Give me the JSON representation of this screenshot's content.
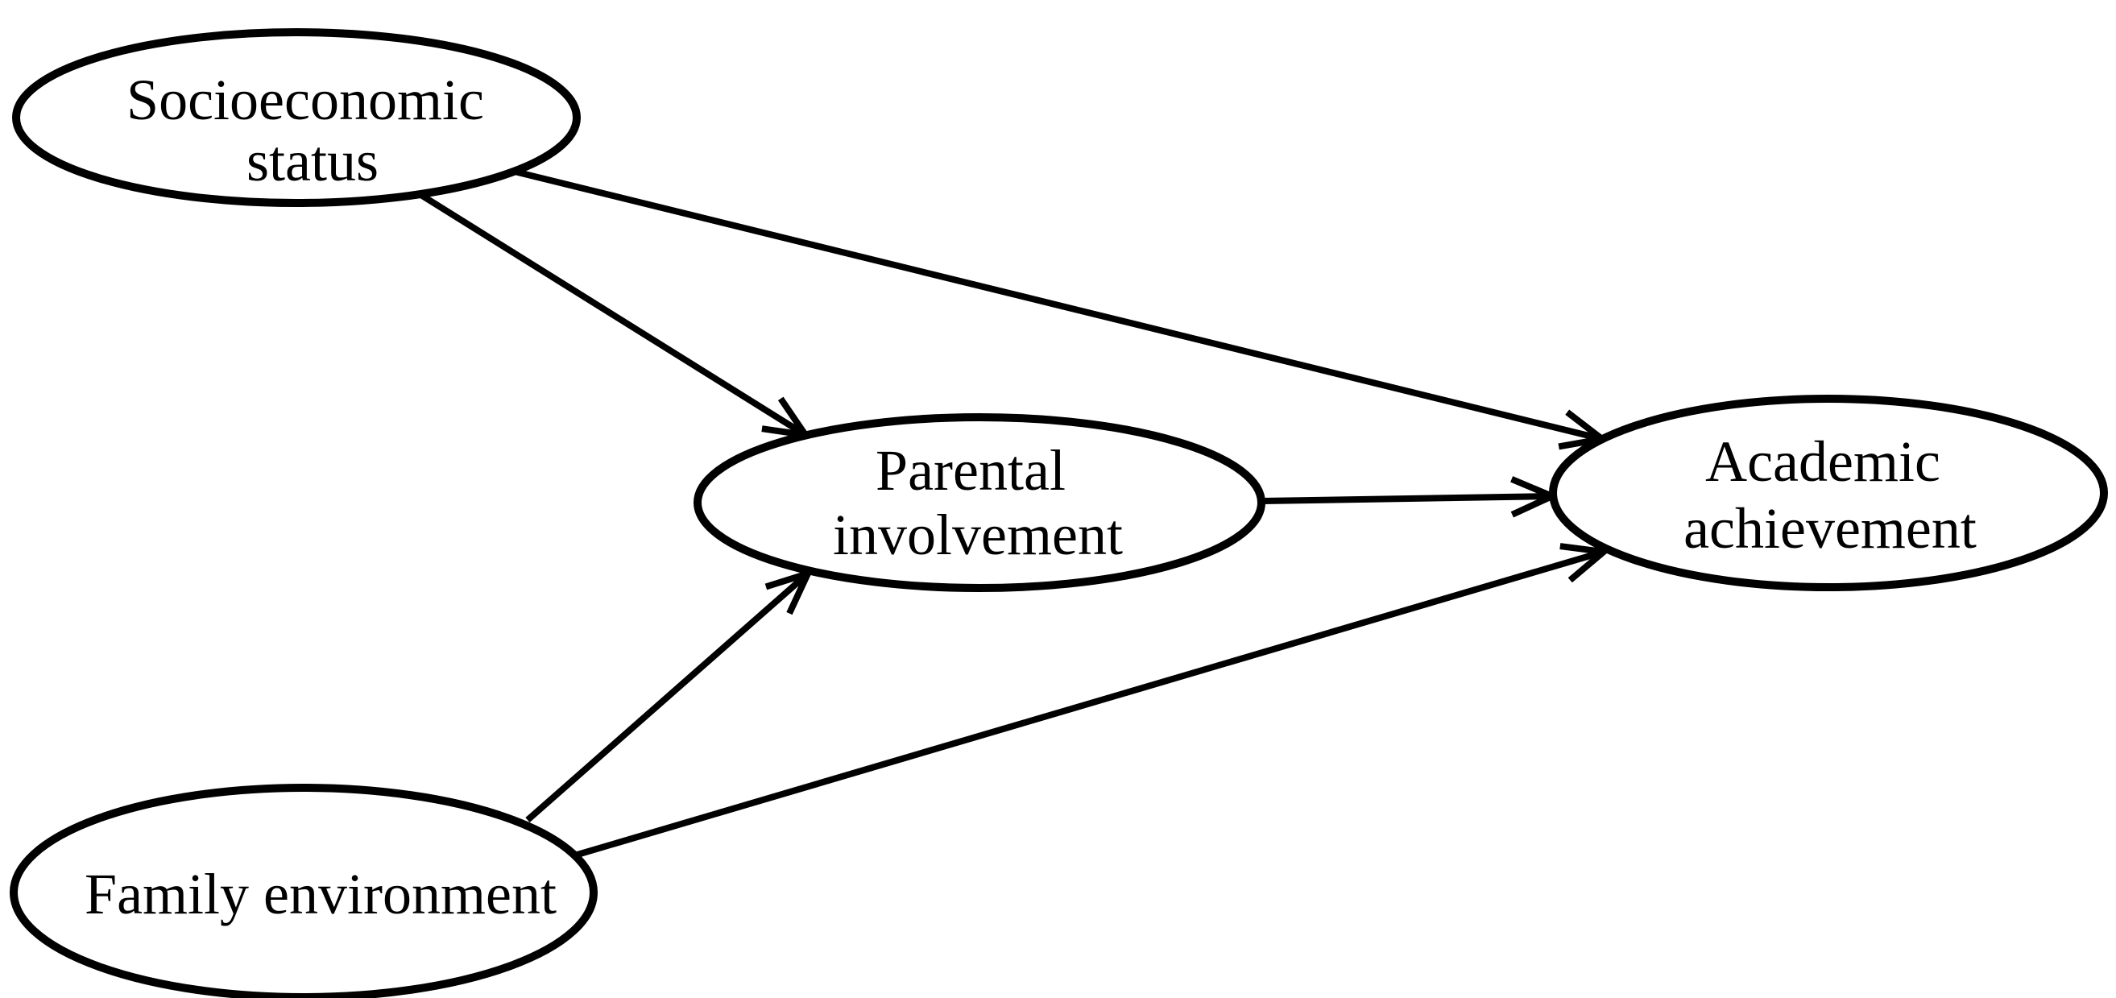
{
  "diagram": {
    "type": "path-model-diagram",
    "background_color": "#ffffff",
    "line_color": "#000000",
    "node_fill": "#ffffff",
    "nodes": [
      {
        "id": "socioeconomic-status",
        "shape": "ellipse",
        "lines": [
          "Socioeconomic",
          "status"
        ]
      },
      {
        "id": "parental-involvement",
        "shape": "ellipse",
        "lines": [
          "Parental",
          "involvement"
        ]
      },
      {
        "id": "academic-achievement",
        "shape": "ellipse",
        "lines": [
          "Academic",
          "achievement"
        ]
      },
      {
        "id": "family-environment",
        "shape": "ellipse",
        "lines": [
          "Family environment"
        ]
      }
    ],
    "edges": [
      {
        "from": "socioeconomic-status",
        "to": "parental-involvement",
        "style": "arrow"
      },
      {
        "from": "socioeconomic-status",
        "to": "academic-achievement",
        "style": "arrow"
      },
      {
        "from": "parental-involvement",
        "to": "academic-achievement",
        "style": "arrow"
      },
      {
        "from": "family-environment",
        "to": "parental-involvement",
        "style": "arrow"
      },
      {
        "from": "family-environment",
        "to": "academic-achievement",
        "style": "arrow"
      }
    ]
  }
}
